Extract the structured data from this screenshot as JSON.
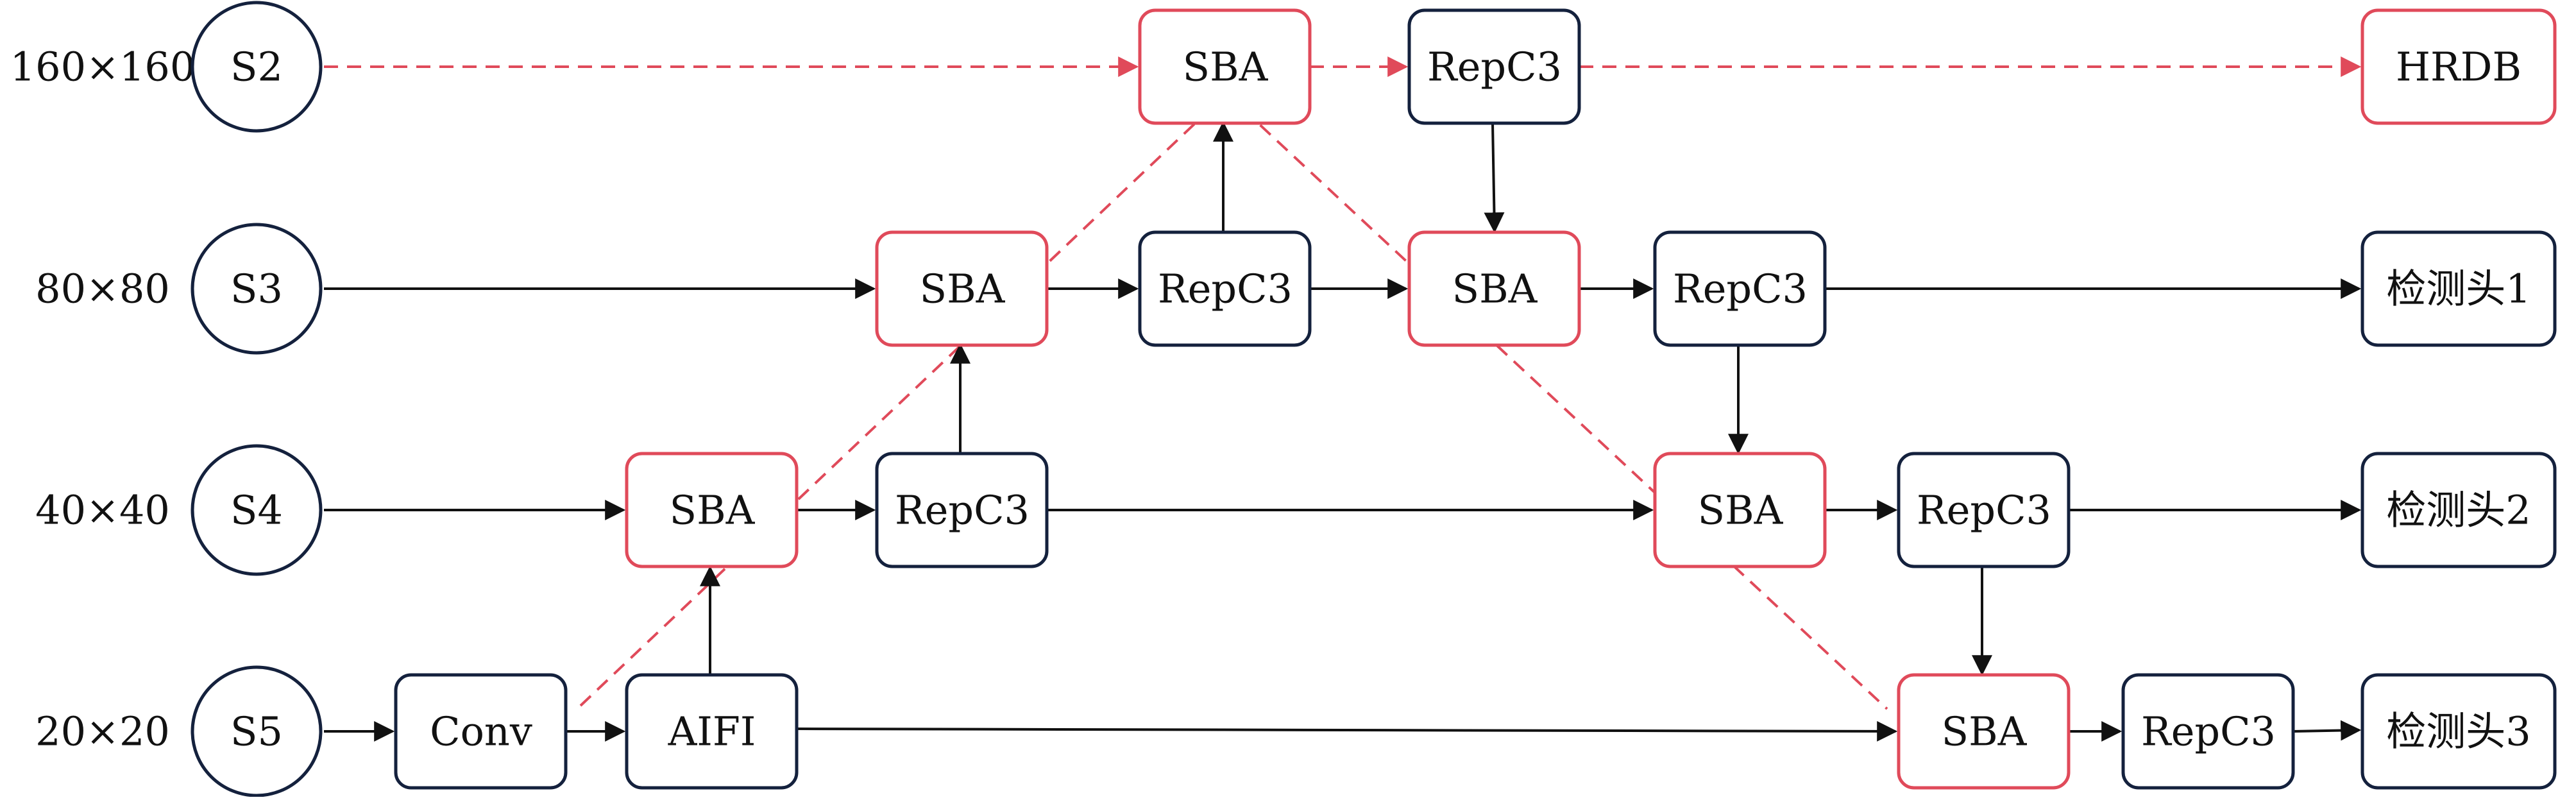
{
  "scales": [
    {
      "id": "s160",
      "text": "160×160"
    },
    {
      "id": "s80",
      "text": "80×80"
    },
    {
      "id": "s40",
      "text": "40×40"
    },
    {
      "id": "s20",
      "text": "20×20"
    }
  ],
  "nodes": {
    "S2": "S2",
    "S3": "S3",
    "S4": "S4",
    "S5": "S5",
    "conv": "Conv",
    "aifi": "AIFI",
    "sba_40a": "SBA",
    "repc3_40a": "RepC3",
    "sba_80a": "SBA",
    "repc3_80a": "RepC3",
    "sba_160": "SBA",
    "repc3_160": "RepC3",
    "hrdb": "HRDB",
    "sba_80b": "SBA",
    "repc3_80b": "RepC3",
    "head1": "检测头1",
    "sba_40b": "SBA",
    "repc3_40b": "RepC3",
    "head2": "检测头2",
    "sba_20": "SBA",
    "repc3_20": "RepC3",
    "head3": "检测头3"
  },
  "colors": {
    "dark_stroke": "#14213d",
    "red_stroke": "#e04a5a",
    "arrow": "#111111",
    "text": "#111111",
    "background": "#ffffff"
  }
}
